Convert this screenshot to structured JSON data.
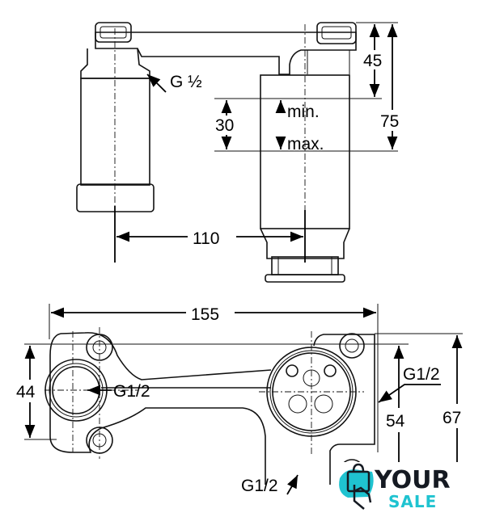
{
  "side_view": {
    "thread_label_left": "G ½",
    "dim_45": "45",
    "dim_30": "30",
    "dim_75": "75",
    "min_label": "min.",
    "max_label": "max.",
    "dim_110": "110"
  },
  "plan_view": {
    "dim_155": "155",
    "dim_44": "44",
    "dim_54": "54",
    "dim_67": "67",
    "thread_label_left": "G1/2",
    "thread_label_right": "G1/2",
    "thread_label_bottom": "G1/2"
  },
  "logo": {
    "word1": "YOUR",
    "word2": "SALE",
    "colors": {
      "dark": "#151a22",
      "accent": "#1fc3d0"
    }
  }
}
